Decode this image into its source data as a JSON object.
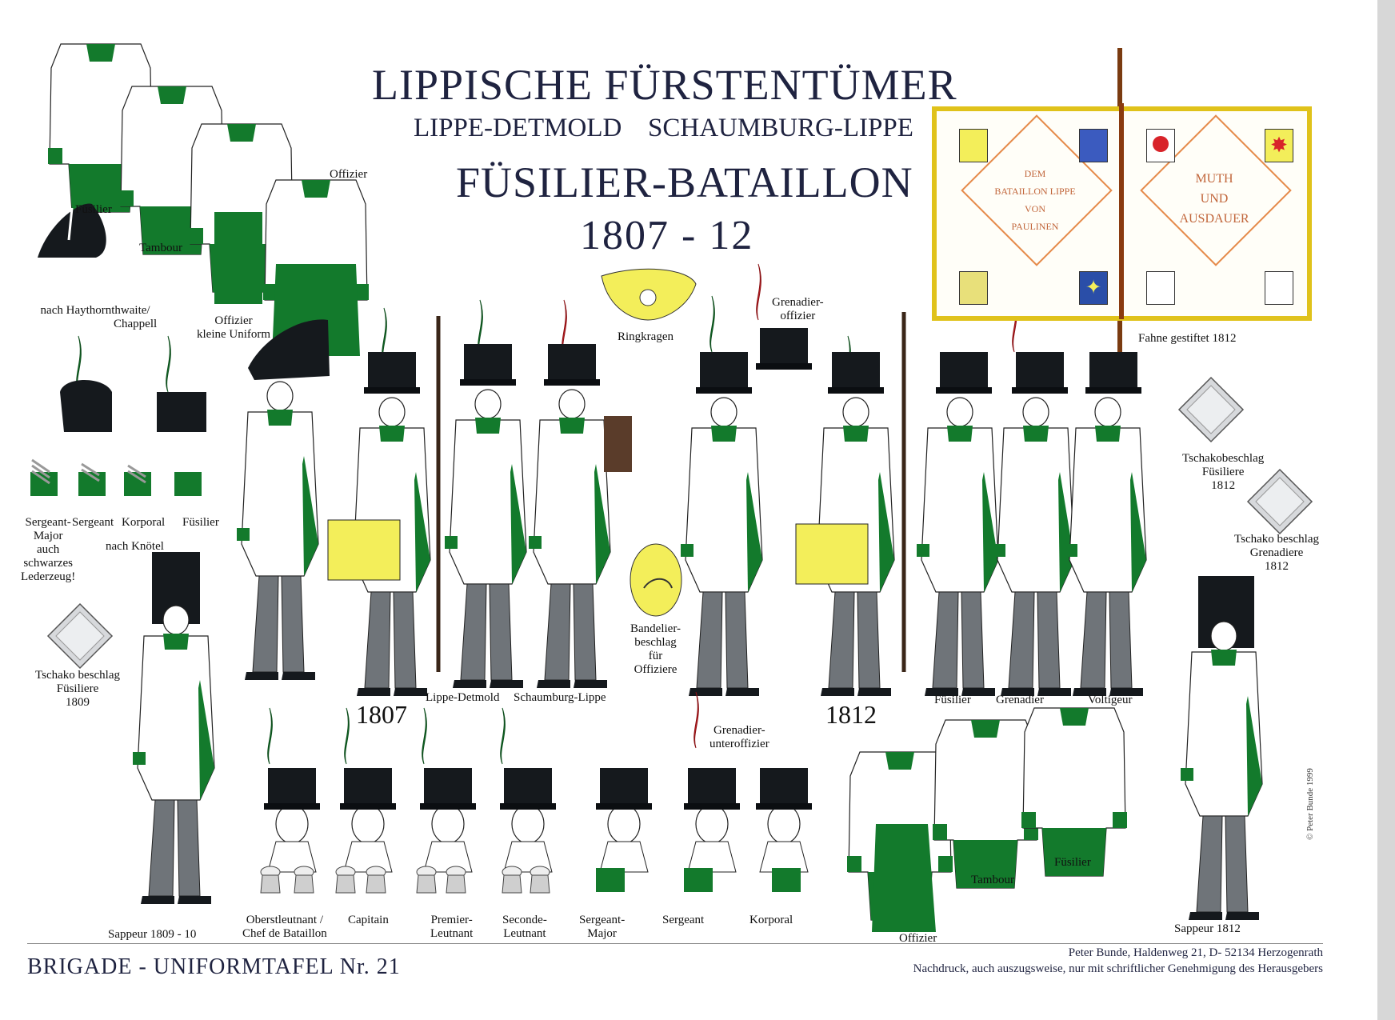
{
  "header": {
    "title": "LIPPISCHE FÜRSTENTÜMER",
    "subtitle_left": "LIPPE-DETMOLD",
    "subtitle_right": "SCHAUMBURG-LIPPE",
    "unit": "FÜSILIER-BATAILLON",
    "years": "1807 - 12"
  },
  "flag": {
    "left_text": [
      "DEM",
      "BATAILLON LIPPE",
      "VON",
      "PAULINEN"
    ],
    "right_text": [
      "MUTH",
      "UND",
      "AUSDAUER"
    ],
    "caption": "Fahne gestiftet 1812",
    "fringe_color": "#e0c21a",
    "lozenge_color": "#e58a4a"
  },
  "captions": {
    "fusilier_top": "Füsilier",
    "tambour_top": "Tambour",
    "offizier_top": "Offizier",
    "hat_note_1": "nach Haythornthwaite/",
    "hat_note_2": "Chappell",
    "offizier_klein_1": "Offizier",
    "offizier_klein_2": "kleine Uniform",
    "ringkragen": "Ringkragen",
    "grenadier_offizier_1": "Grenadier-",
    "grenadier_offizier_2": "offizier",
    "rank_sm_1": "Sergeant-",
    "rank_sm_2": "Major",
    "rank_sm_3": "auch",
    "rank_sm_4": "schwarzes",
    "rank_sm_5": "Lederzeug!",
    "rank_sergeant": "Sergeant",
    "rank_korporal": "Korporal",
    "rank_fusilier": "Füsilier",
    "nach_knoetel": "nach Knötel",
    "tschako_1809_1": "Tschako beschlag",
    "tschako_1809_2": "Füsiliere",
    "tschako_1809_3": "1809",
    "tschako_fus_1812_1": "Tschakobeschlag",
    "tschako_fus_1812_2": "Füsiliere",
    "tschako_fus_1812_3": "1812",
    "tschako_gren_1812_1": "Tschako beschlag",
    "tschako_gren_1812_2": "Grenadiere",
    "tschako_gren_1812_3": "1812",
    "bandelier_1": "Bandelier-",
    "bandelier_2": "beschlag",
    "bandelier_3": "für",
    "bandelier_4": "Offiziere",
    "year_1807": "1807",
    "year_1812": "1812",
    "lippe_detmold": "Lippe-Detmold",
    "schaumburg_lippe": "Schaumburg-Lippe",
    "fusilier_1812": "Füsilier",
    "grenadier_1812": "Grenadier",
    "voltigeur_1812": "Voltigeur",
    "sapeur_left": "Sappeur 1809 - 10",
    "sapeur_right": "Sappeur 1812",
    "obersleutnant_1": "Oberstleutnant /",
    "obersleutnant_2": "Chef de Bataillon",
    "capitain": "Capitain",
    "premier_1": "Premier-",
    "premier_2": "Leutnant",
    "seconde_1": "Seconde-",
    "seconde_2": "Leutnant",
    "sergeant_major_1": "Sergeant-",
    "sergeant_major_2": "Major",
    "sergeant_bottom": "Sergeant",
    "korporal_bottom": "Korporal",
    "gren_unteroffizier_1": "Grenadier-",
    "gren_unteroffizier_2": "unteroffizier",
    "offizier_bottom": "Offizier",
    "tambour_bottom": "Tambour",
    "fusilier_bottom": "Füsilier"
  },
  "footer": {
    "series": "BRIGADE  - UNIFORMTAFEL Nr. 21",
    "publisher": "Peter Bunde,  Haldenweg 21,  D- 52134 Herzogenrath",
    "notice": "Nachdruck, auch auszugsweise, nur mit schriftlicher Genehmigung des Herausgebers",
    "copyright": "©  Peter Bunde  1999"
  },
  "colors": {
    "green": "#137a2c",
    "black": "#15191d",
    "yellow": "#f3ee5a",
    "grey": "#6f7479",
    "red": "#d8232a"
  }
}
